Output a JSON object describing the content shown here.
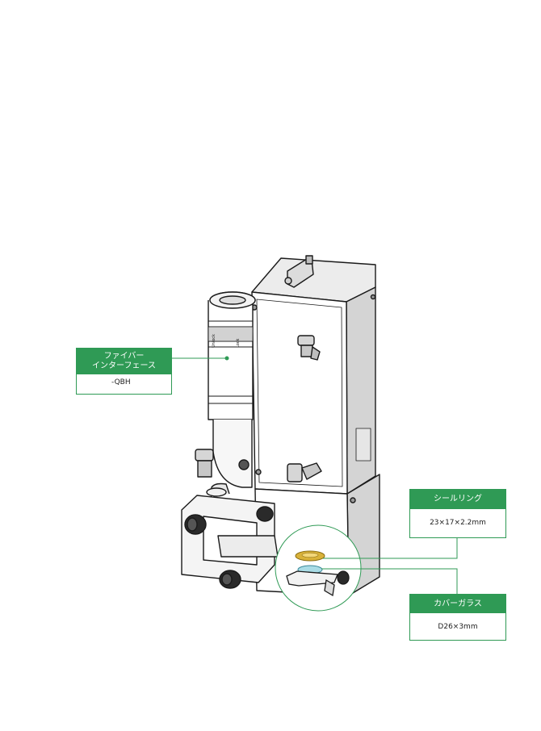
{
  "callouts": {
    "fiber": {
      "title_line1": "ファイバー",
      "title_line2": "インターフェース",
      "value": "-QBH"
    },
    "seal_ring": {
      "title": "シールリング",
      "value": "23×17×2.2mm"
    },
    "cover_glass": {
      "title": "カバーガラス",
      "value": "D26×3mm"
    }
  },
  "device_labels": {
    "unlock": "Unlock",
    "lock": "Lock"
  },
  "colors": {
    "accent_green": "#2f9a55",
    "line_black": "#1a1a1a",
    "seal_ring_gold": "#d9b23a",
    "cover_glass_blue": "#a9dce6"
  }
}
